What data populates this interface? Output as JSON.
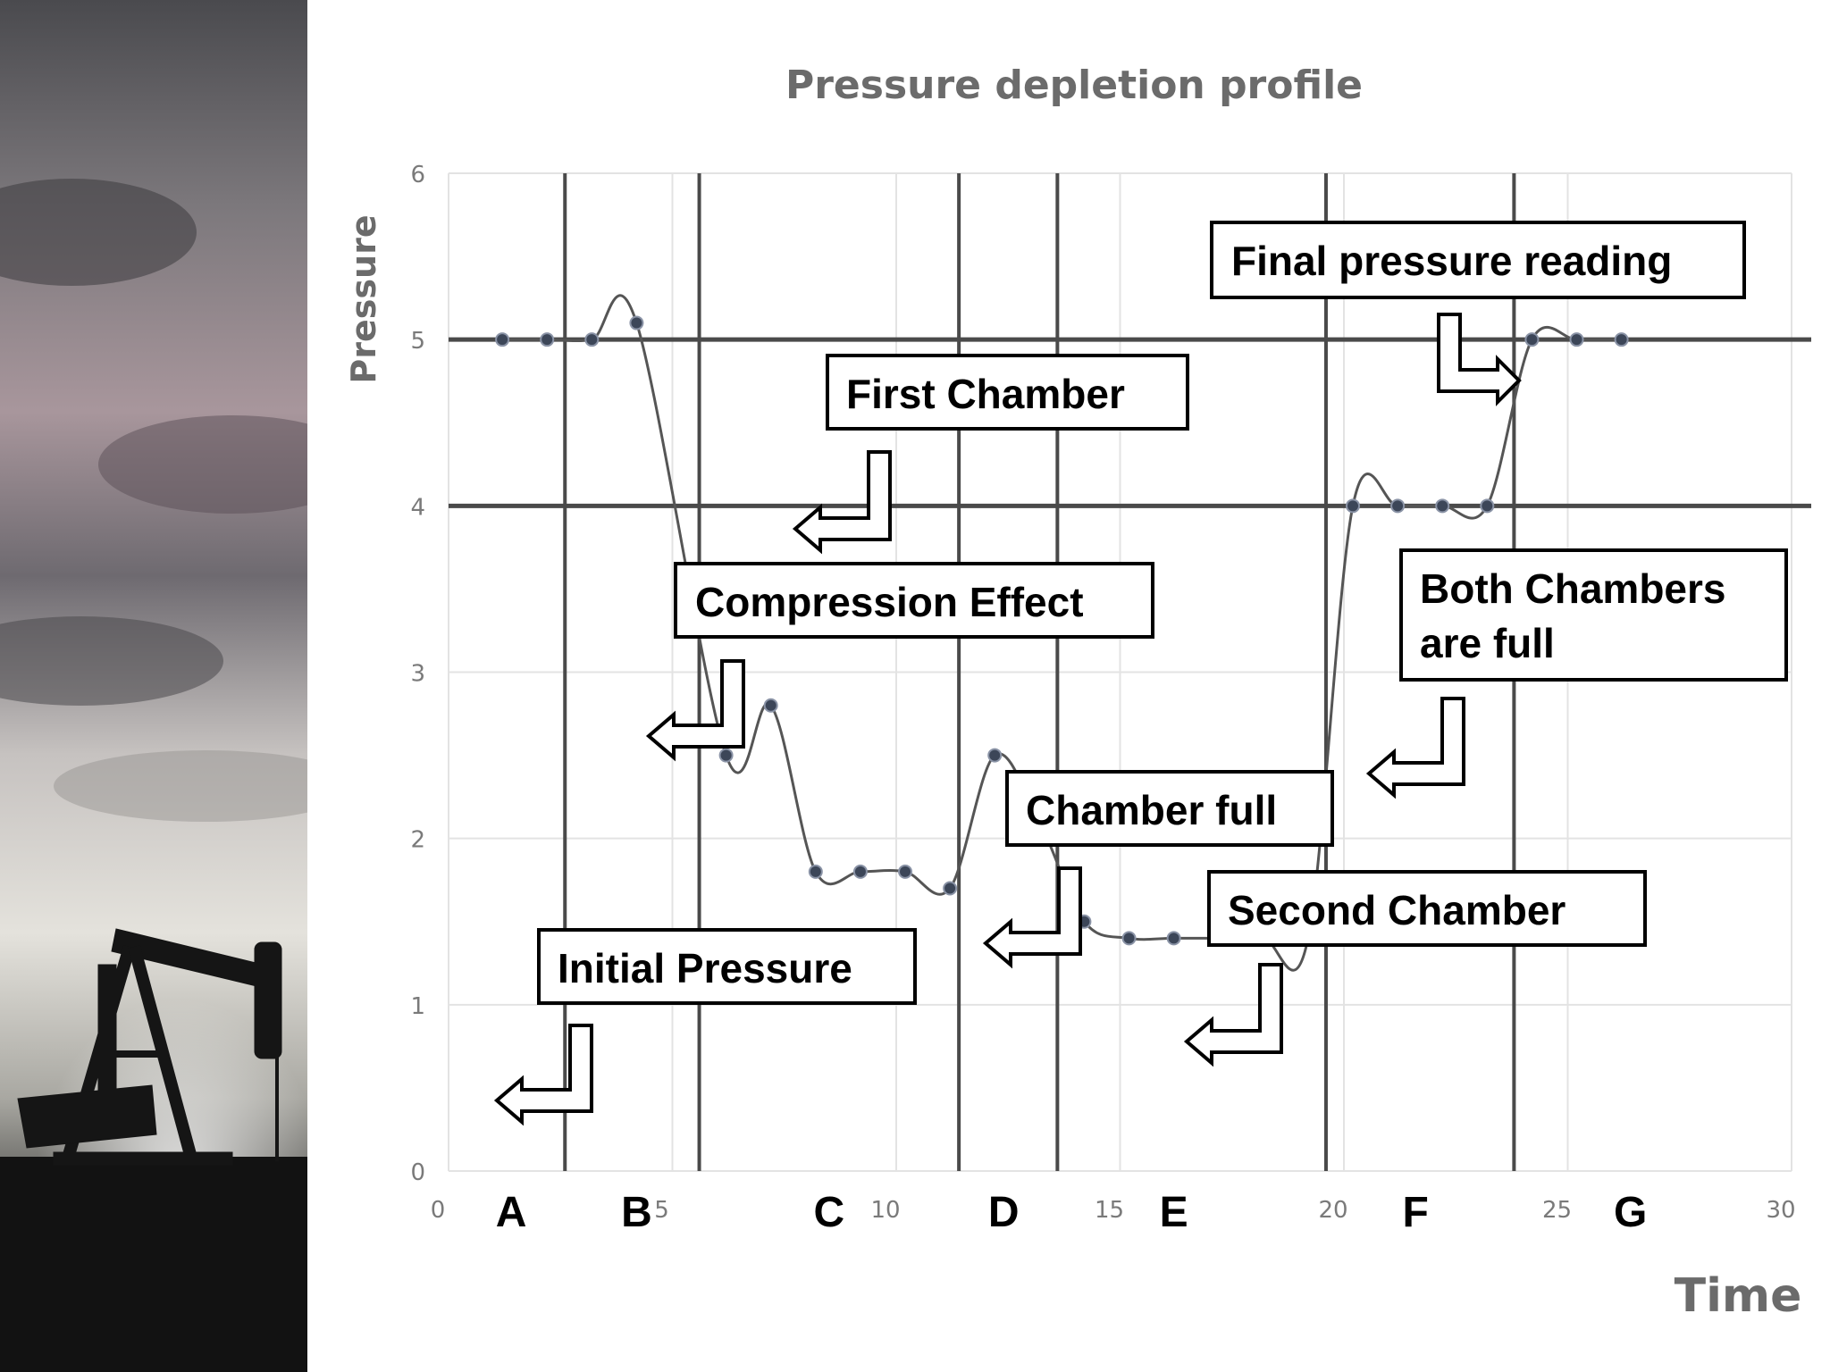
{
  "chart_data": {
    "type": "line",
    "title": "Pressure depletion profile",
    "xlabel": "Time",
    "ylabel": "Pressure",
    "xlim": [
      0,
      30
    ],
    "ylim": [
      0,
      6
    ],
    "x_ticks": [
      "0",
      "5",
      "10",
      "15",
      "20",
      "25",
      "30"
    ],
    "y_ticks": [
      "0",
      "1",
      "2",
      "3",
      "4",
      "5",
      "6"
    ],
    "grid": true,
    "series": [
      {
        "x": [
          1.2,
          2.2,
          3.2,
          4.2,
          6.2,
          7.2,
          8.2,
          9.2,
          10.2,
          11.2,
          12.2,
          13.2,
          14.2,
          15.2,
          16.2,
          17.2,
          18.2,
          19.2,
          20.2,
          21.2,
          22.2,
          23.2,
          24.2,
          25.2,
          26.2
        ],
        "values": [
          5.0,
          5.0,
          5.0,
          5.1,
          2.5,
          2.8,
          1.8,
          1.8,
          1.8,
          1.7,
          2.5,
          2.1,
          1.5,
          1.4,
          1.4,
          1.4,
          1.4,
          1.4,
          4.0,
          4.0,
          4.0,
          4.0,
          5.0,
          5.0,
          5.0
        ]
      }
    ],
    "horizontal_reference_lines": [
      4,
      5
    ],
    "vertical_phase_lines": [
      2.6,
      5.6,
      11.4,
      13.6,
      19.6,
      23.8
    ],
    "phase_labels": [
      {
        "label": "A",
        "x": 1.4
      },
      {
        "label": "B",
        "x": 4.2
      },
      {
        "label": "C",
        "x": 8.5
      },
      {
        "label": "D",
        "x": 12.4
      },
      {
        "label": "E",
        "x": 16.2
      },
      {
        "label": "F",
        "x": 21.6
      },
      {
        "label": "G",
        "x": 26.4
      }
    ],
    "annotations": [
      {
        "id": "initial-pressure",
        "lines": [
          "Initial Pressure"
        ]
      },
      {
        "id": "first-chamber",
        "lines": [
          "First Chamber"
        ]
      },
      {
        "id": "compression-effect",
        "lines": [
          "Compression Effect"
        ]
      },
      {
        "id": "chamber-full",
        "lines": [
          "Chamber full"
        ]
      },
      {
        "id": "second-chamber",
        "lines": [
          "Second Chamber"
        ]
      },
      {
        "id": "both-chambers",
        "lines": [
          "Both Chambers",
          "are full"
        ]
      },
      {
        "id": "final-pressure",
        "lines": [
          "Final pressure reading"
        ]
      }
    ]
  }
}
